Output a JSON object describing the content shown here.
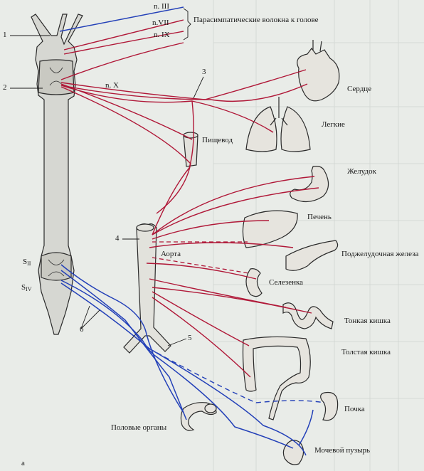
{
  "nerves": {
    "n3": "n. III",
    "n7": "n.VII",
    "n9": "n. IX",
    "n10": "n. X"
  },
  "parasympathetic_label": "Парасимпатические волокна к голове",
  "sacral": {
    "s_letter": "S",
    "s2_sub": "II",
    "s4_sub": "IV"
  },
  "callouts": [
    "1",
    "2",
    "3",
    "4",
    "5",
    "6"
  ],
  "organs": {
    "heart": "Сердце",
    "lungs": "Легкие",
    "esophagus": "Пищевод",
    "stomach": "Желудок",
    "liver": "Печень",
    "pancreas": "Поджелудочная железа",
    "aorta": "Аорта",
    "spleen": "Селезенка",
    "small_intestine": "Тонкая кишка",
    "large_intestine": "Толстая кишка",
    "kidney": "Почка",
    "genitals": "Половые органы",
    "bladder": "Мочевой пузырь"
  },
  "figure_letter": "а",
  "colors": {
    "vagal": "#b01838",
    "pelvic": "#2340b8",
    "cord": "#d6d7d2",
    "outline": "#2a2a2a"
  }
}
